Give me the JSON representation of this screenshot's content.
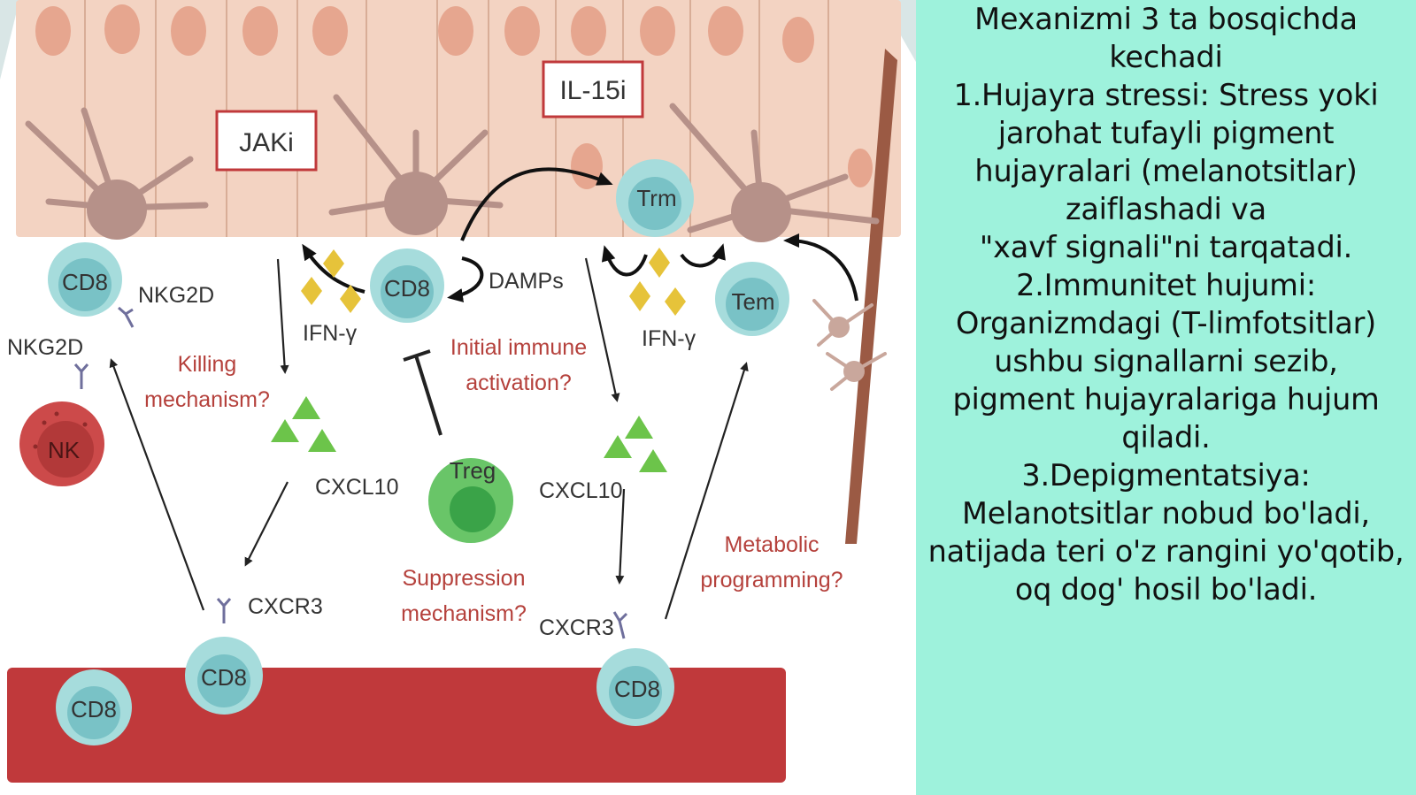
{
  "diagram": {
    "colors": {
      "epithelium": "#f3d3c2",
      "nucleus": "#e6a68f",
      "melanocyte": "#b69189",
      "vessel": "#c0393b",
      "cell_outer": "#a6dcdc",
      "cell_inner": "#79c2c6",
      "treg": "#69c568",
      "nk": "#cc4a4a",
      "chemokine": "#6cc44a",
      "ifn": "#e6c33a",
      "question": "#b5413c",
      "drug_border": "#c0393b"
    },
    "drugs": {
      "jak": "JAKi",
      "il15": "IL-15i"
    },
    "cells": {
      "cd8": "CD8",
      "nk": "NK",
      "treg": "Treg",
      "trm": "Trm",
      "tem": "Tem"
    },
    "labels": {
      "nkg2d": "NKG2D",
      "ifn": "IFN-γ",
      "damps": "DAMPs",
      "cxcl10": "CXCL10",
      "cxcr3": "CXCR3"
    },
    "questions": {
      "killing_1": "Killing",
      "killing_2": "mechanism?",
      "initial_1": "Initial immune",
      "initial_2": "activation?",
      "suppression_1": "Suppression",
      "suppression_2": "mechanism?",
      "metabolic_1": "Metabolic",
      "metabolic_2": "programming?"
    }
  },
  "caption": {
    "lines": [
      "Mexanizmi 3 ta bosqichda",
      "kechadi",
      "1.Hujayra stressi: Stress yoki",
      "jarohat tufayli pigment",
      "hujayralari (melanotsitlar)",
      "zaiflashadi va",
      "\"xavf signali\"ni tarqatadi.",
      "2.Immunitet hujumi:",
      "Organizmdagi (T-limfotsitlar)",
      "ushbu signallarni sezib,",
      "pigment hujayralariga hujum",
      "qiladi.",
      "3.Depigmentatsiya:",
      "Melanotsitlar nobud bo'ladi,",
      "natijada teri o'z rangini yo'qotib,",
      "oq dog' hosil bo'ladi."
    ]
  }
}
